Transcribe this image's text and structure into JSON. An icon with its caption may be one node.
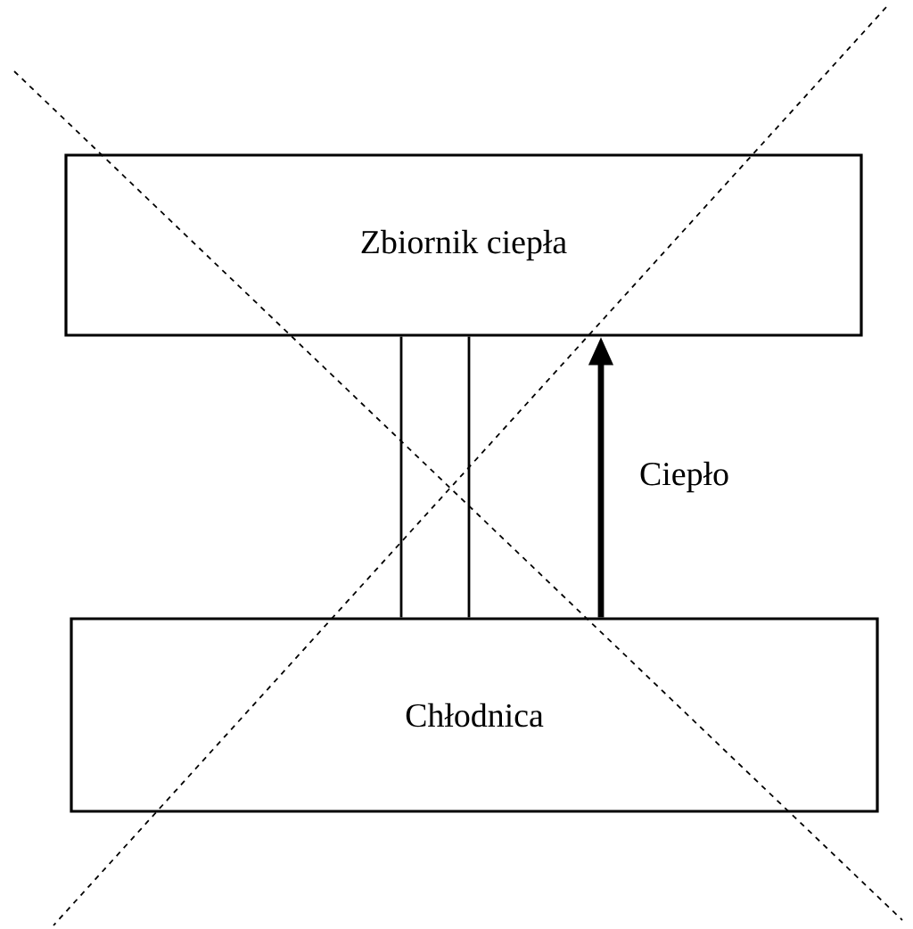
{
  "diagram": {
    "nodes": [
      {
        "text": [
          "Zbiornik ciepła"
        ]
      },
      {
        "text": [
          "Chłodnica"
        ]
      }
    ],
    "edges": [
      {
        "from": 0,
        "to": 1,
        "arrow": "none"
      },
      {
        "from": 0,
        "to": 1,
        "arrow": "none"
      },
      {
        "from": 1,
        "to": 0,
        "arrow": "to",
        "label": "Ciepło",
        "style": "thick"
      }
    ]
  }
}
